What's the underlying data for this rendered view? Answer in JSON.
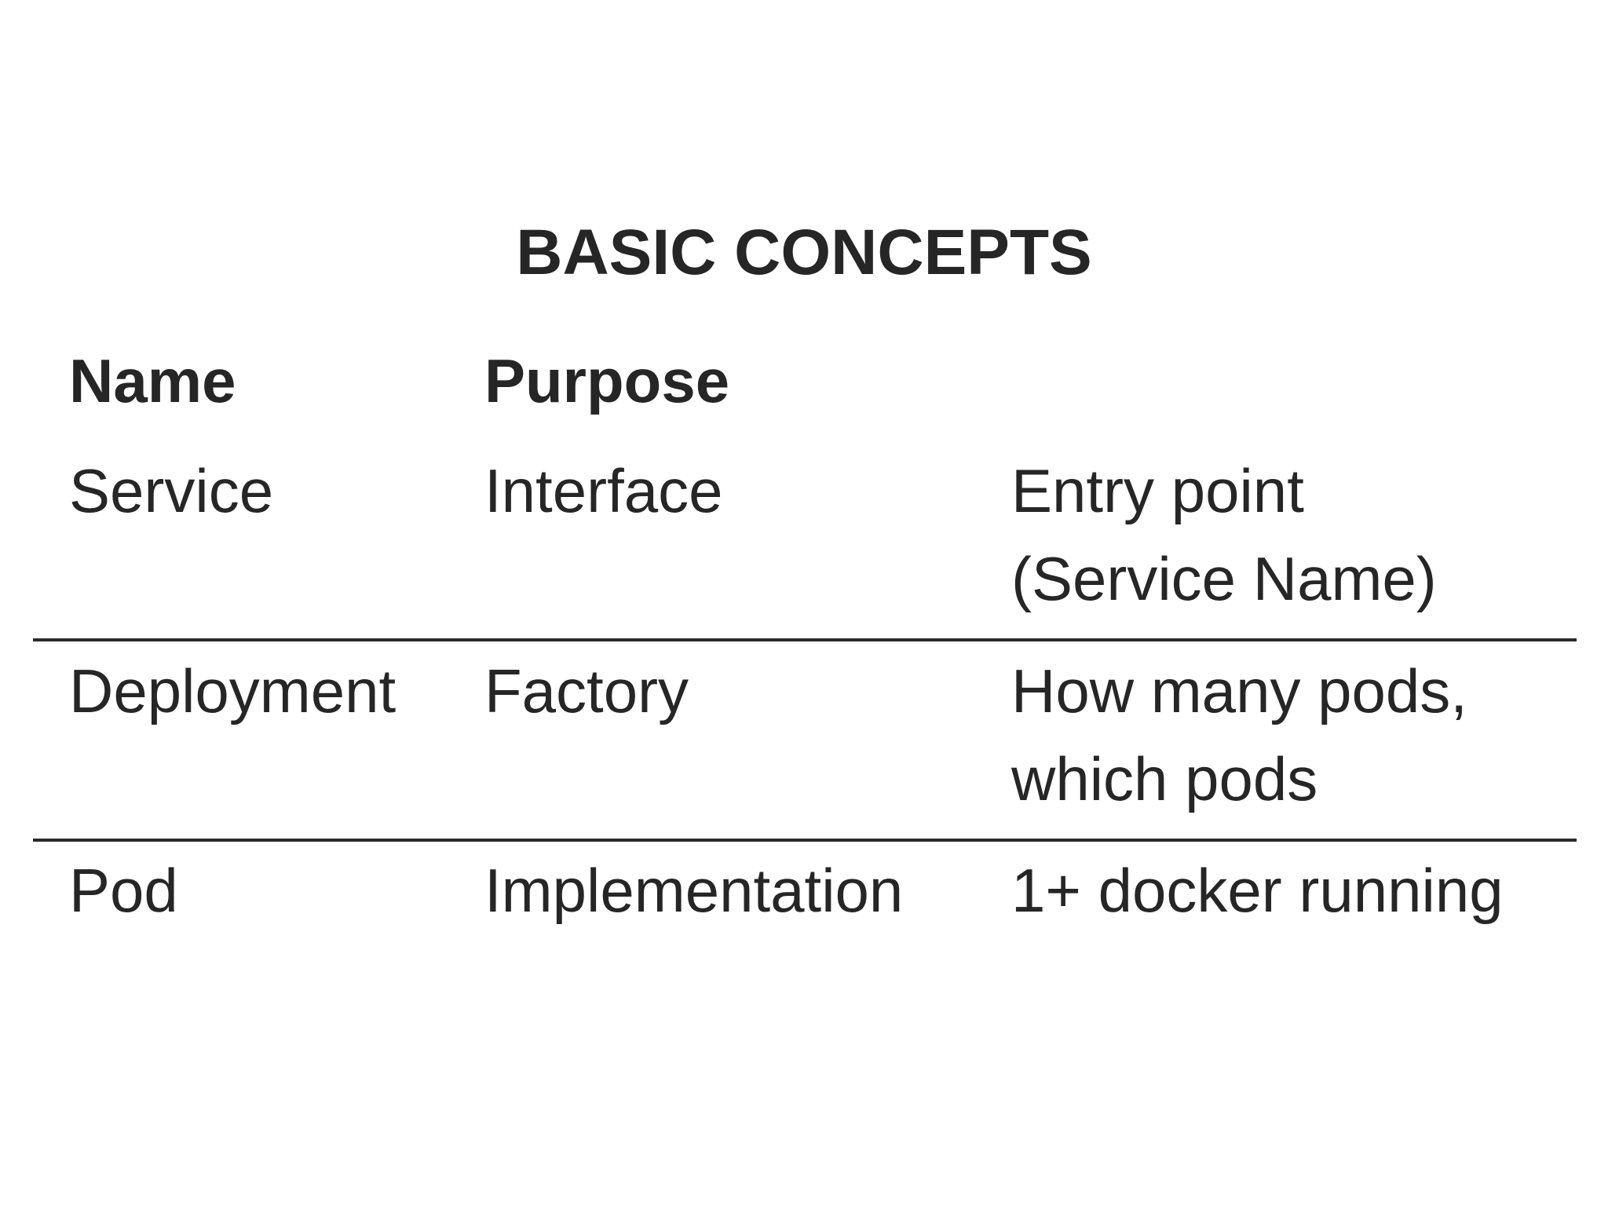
{
  "title": "BASIC CONCEPTS",
  "table": {
    "headers": {
      "name": "Name",
      "purpose": "Purpose",
      "description": ""
    },
    "rows": [
      {
        "name": "Service",
        "purpose": "Interface",
        "description": "Entry point\n(Service Name)"
      },
      {
        "name": "Deployment",
        "purpose": "Factory",
        "description": "How many pods,\nwhich pods"
      },
      {
        "name": "Pod",
        "purpose": "Implementation",
        "description": "1+ docker running"
      }
    ]
  },
  "colors": {
    "text": "#262626",
    "background": "#ffffff",
    "divider": "#2b2b2b"
  }
}
